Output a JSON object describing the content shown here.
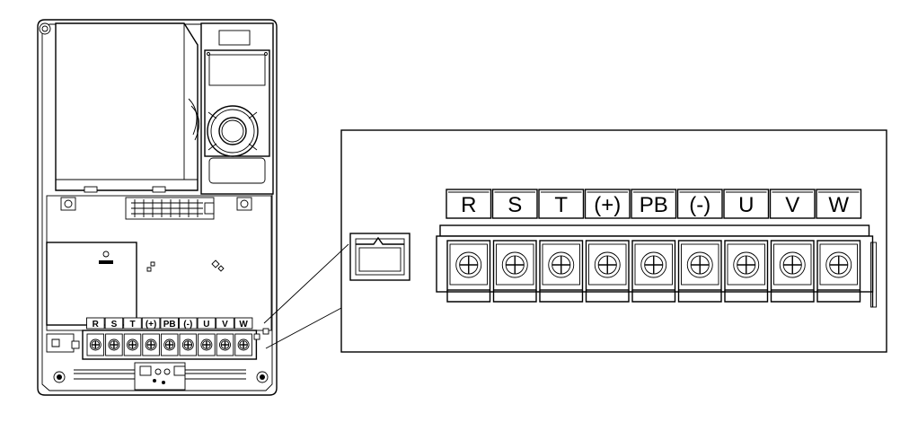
{
  "terminals": [
    "R",
    "S",
    "T",
    "(+)",
    "PB",
    "(-)",
    "U",
    "V",
    "W"
  ],
  "small_terminals": [
    "R",
    "S",
    "T",
    "(+)",
    "PB",
    "(-)",
    "U",
    "V",
    "W"
  ]
}
